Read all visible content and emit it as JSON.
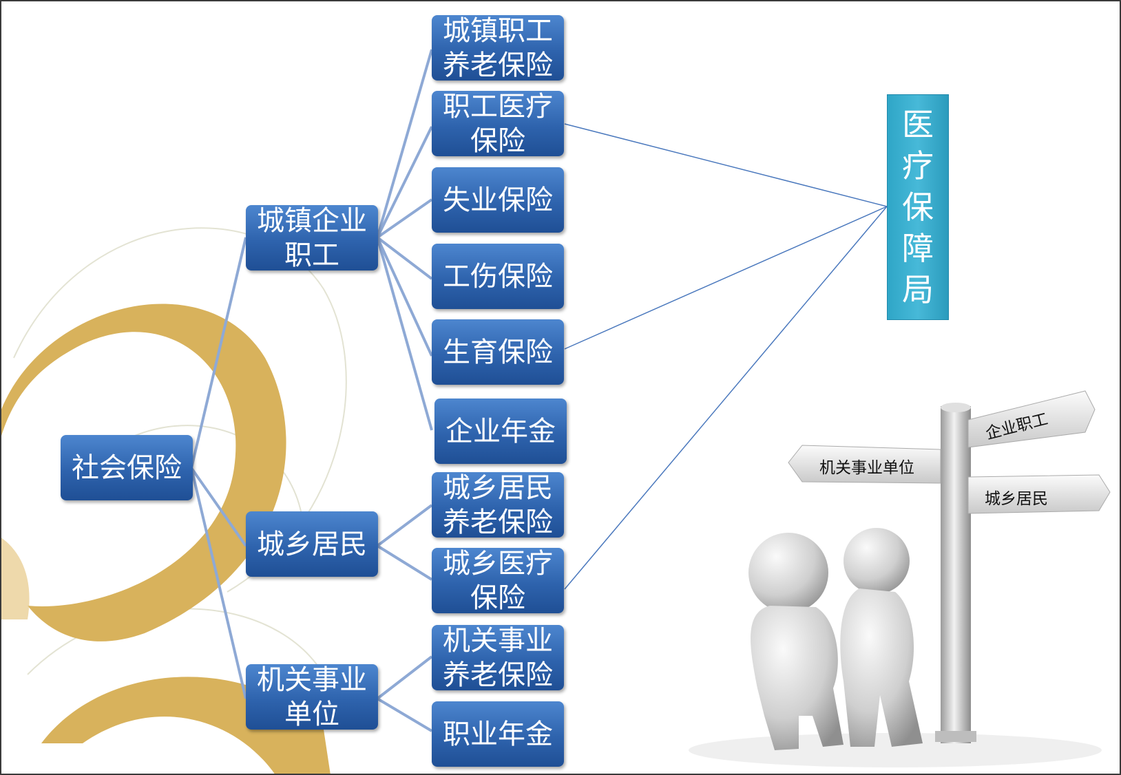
{
  "root": {
    "label": "社会保险"
  },
  "groups": {
    "urban_employee": "城镇企业职工",
    "urban_rural": "城乡居民",
    "public_institution": "机关事业单位"
  },
  "urban_employee_items": [
    "城镇职工养老保险",
    "职工医疗保险",
    "失业保险",
    "工伤保险",
    "生育保险",
    "企业年金"
  ],
  "urban_rural_items": [
    "城乡居民养老保险",
    "城乡医疗保险"
  ],
  "public_institution_items": [
    "机关事业养老保险",
    "职业年金"
  ],
  "bureau": {
    "chars": [
      "医",
      "疗",
      "保",
      "障",
      "局"
    ]
  },
  "signpost": {
    "sign_top_right": "企业职工",
    "sign_left": "机关事业单位",
    "sign_right": "城乡居民"
  },
  "colors": {
    "node_blue": "#2e63ad",
    "bureau_teal": "#3aaed0",
    "swirl_gold": "#d8b25c"
  }
}
